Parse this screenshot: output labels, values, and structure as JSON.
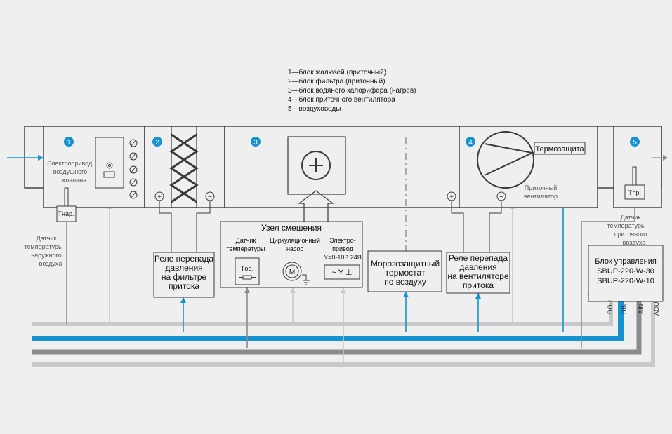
{
  "legend": {
    "line1": "1—блок жалюзей (приточный)",
    "line2": "2—блок фильтра (приточный)",
    "line3": "3—блок водяного калорифера (нагрев)",
    "line4": "4—блок приточного вентилятора",
    "line5": "5—воздуховоды"
  },
  "blocks": {
    "b1": "1",
    "b2": "2",
    "b3": "3",
    "b4": "4",
    "b5": "5"
  },
  "labels": {
    "actuator_l1": "Электропривод",
    "actuator_l2": "воздушного",
    "actuator_l3": "клапана",
    "t_outdoor": "Tнар.",
    "t_outdoor_sensor_l1": "Датчик",
    "t_outdoor_sensor_l2": "температуры",
    "t_outdoor_sensor_l3": "наружного",
    "t_outdoor_sensor_l4": "воздуха",
    "relay_filter_l1": "Реле перепада",
    "relay_filter_l2": "давления",
    "relay_filter_l3": "на фильтре",
    "relay_filter_l4": "притока",
    "mixing_title": "Узел смешения",
    "temp_sensor_l1": "Датчик",
    "temp_sensor_l2": "температуры",
    "pump_l1": "Циркуляционный",
    "pump_l2": "насос",
    "drive_l1": "Электро-",
    "drive_l2": "привод",
    "drive_l3": "Y=0-10В 24В",
    "t_return": "Tоб.",
    "motor_symbol": "M",
    "frost_l1": "Морозозащитный",
    "frost_l2": "термостат",
    "frost_l3": "по воздуху",
    "relay_fan_l1": "Реле перепада",
    "relay_fan_l2": "давления",
    "relay_fan_l3": "на вентиляторе",
    "relay_fan_l4": "притока",
    "fan_l1": "Приточный",
    "fan_l2": "вентилятор",
    "thermal_protection": "Термозащита",
    "t_supply": "Tпр.",
    "t_supply_sensor_l1": "Датчик",
    "t_supply_sensor_l2": "температуры",
    "t_supply_sensor_l3": "приточного",
    "t_supply_sensor_l4": "воздуха",
    "control_l1": "Блок управления",
    "control_l2": "SBUP-220-W-30",
    "control_l3": "SBUP-220-W-10",
    "bus_dou": "DOU",
    "bus_din": "DIN",
    "bus_ain": "AIN",
    "bus_aou": "AOU",
    "plus": "+",
    "minus": "−",
    "drive_symbol": "~ Y ⊥"
  },
  "colors": {
    "background": "#efeff0",
    "blue": "#1592d0",
    "light_gray": "#c9c9cb",
    "dark_gray": "#8c8c8f",
    "line": "#3a3a3a"
  }
}
